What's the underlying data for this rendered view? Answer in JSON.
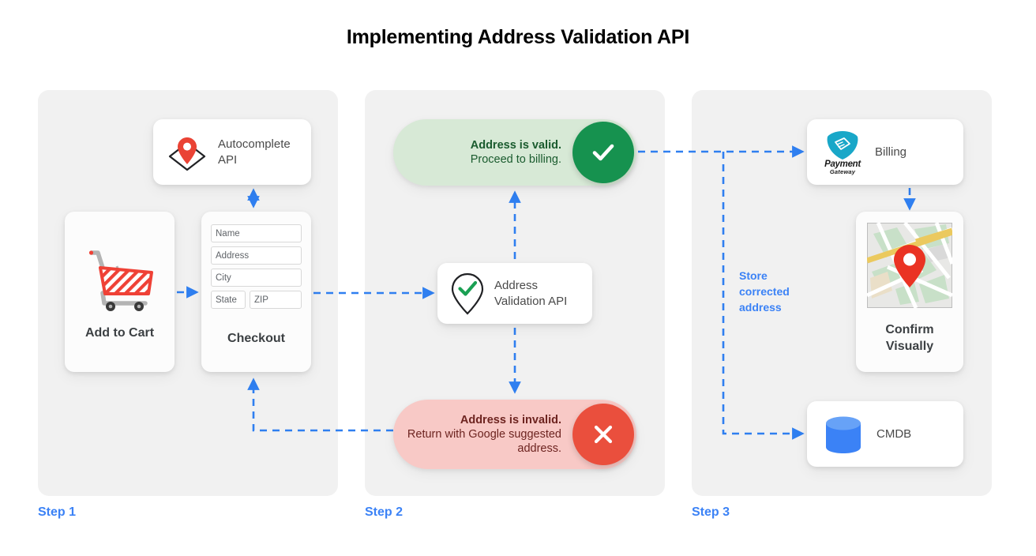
{
  "page": {
    "title": "Implementing Address Validation API",
    "accent_blue": "#3b82f6",
    "panel_bg": "#f1f1f1",
    "background": "#ffffff"
  },
  "steps": [
    {
      "id": "step-1",
      "label": "Step 1"
    },
    {
      "id": "step-2",
      "label": "Step 2"
    },
    {
      "id": "step-3",
      "label": "Step 3"
    }
  ],
  "step1": {
    "autocomplete": {
      "title": "Autocomplete\nAPI",
      "icon": "map-pin-envelope-icon"
    },
    "add_to_cart": {
      "label": "Add to Cart",
      "icon": "shopping-cart-icon"
    },
    "checkout": {
      "label": "Checkout",
      "fields": [
        {
          "name": "name",
          "placeholder": "Name"
        },
        {
          "name": "address",
          "placeholder": "Address"
        },
        {
          "name": "city",
          "placeholder": "City"
        },
        {
          "name": "state",
          "placeholder": "State"
        },
        {
          "name": "zip",
          "placeholder": "ZIP"
        }
      ]
    }
  },
  "step2": {
    "valid": {
      "strong": "Address is valid.",
      "normal": "Proceed to billing.",
      "icon": "check-icon",
      "badge_color": "#16924f",
      "pill_color": "#d7e9d6"
    },
    "invalid": {
      "strong": "Address is invalid.",
      "normal": "Return with Google\nsuggested address.",
      "icon": "close-icon",
      "badge_color": "#ea4f3d",
      "pill_color": "#f8c9c6"
    },
    "validation_api": {
      "title": "Address\nValidation API",
      "icon": "pin-check-icon"
    }
  },
  "step3": {
    "billing": {
      "label": "Billing",
      "logo_word": "Payment",
      "logo_sub": "Gateway",
      "icon": "payment-gateway-icon",
      "logo_color": "#19a7c8"
    },
    "confirm": {
      "label": "Confirm\nVisually",
      "icon": "map-thumbnail-icon"
    },
    "cmdb": {
      "label": "CMDB",
      "icon": "database-icon",
      "icon_color": "#3b82f6"
    },
    "store_note": "Store\ncorrected\naddress"
  }
}
